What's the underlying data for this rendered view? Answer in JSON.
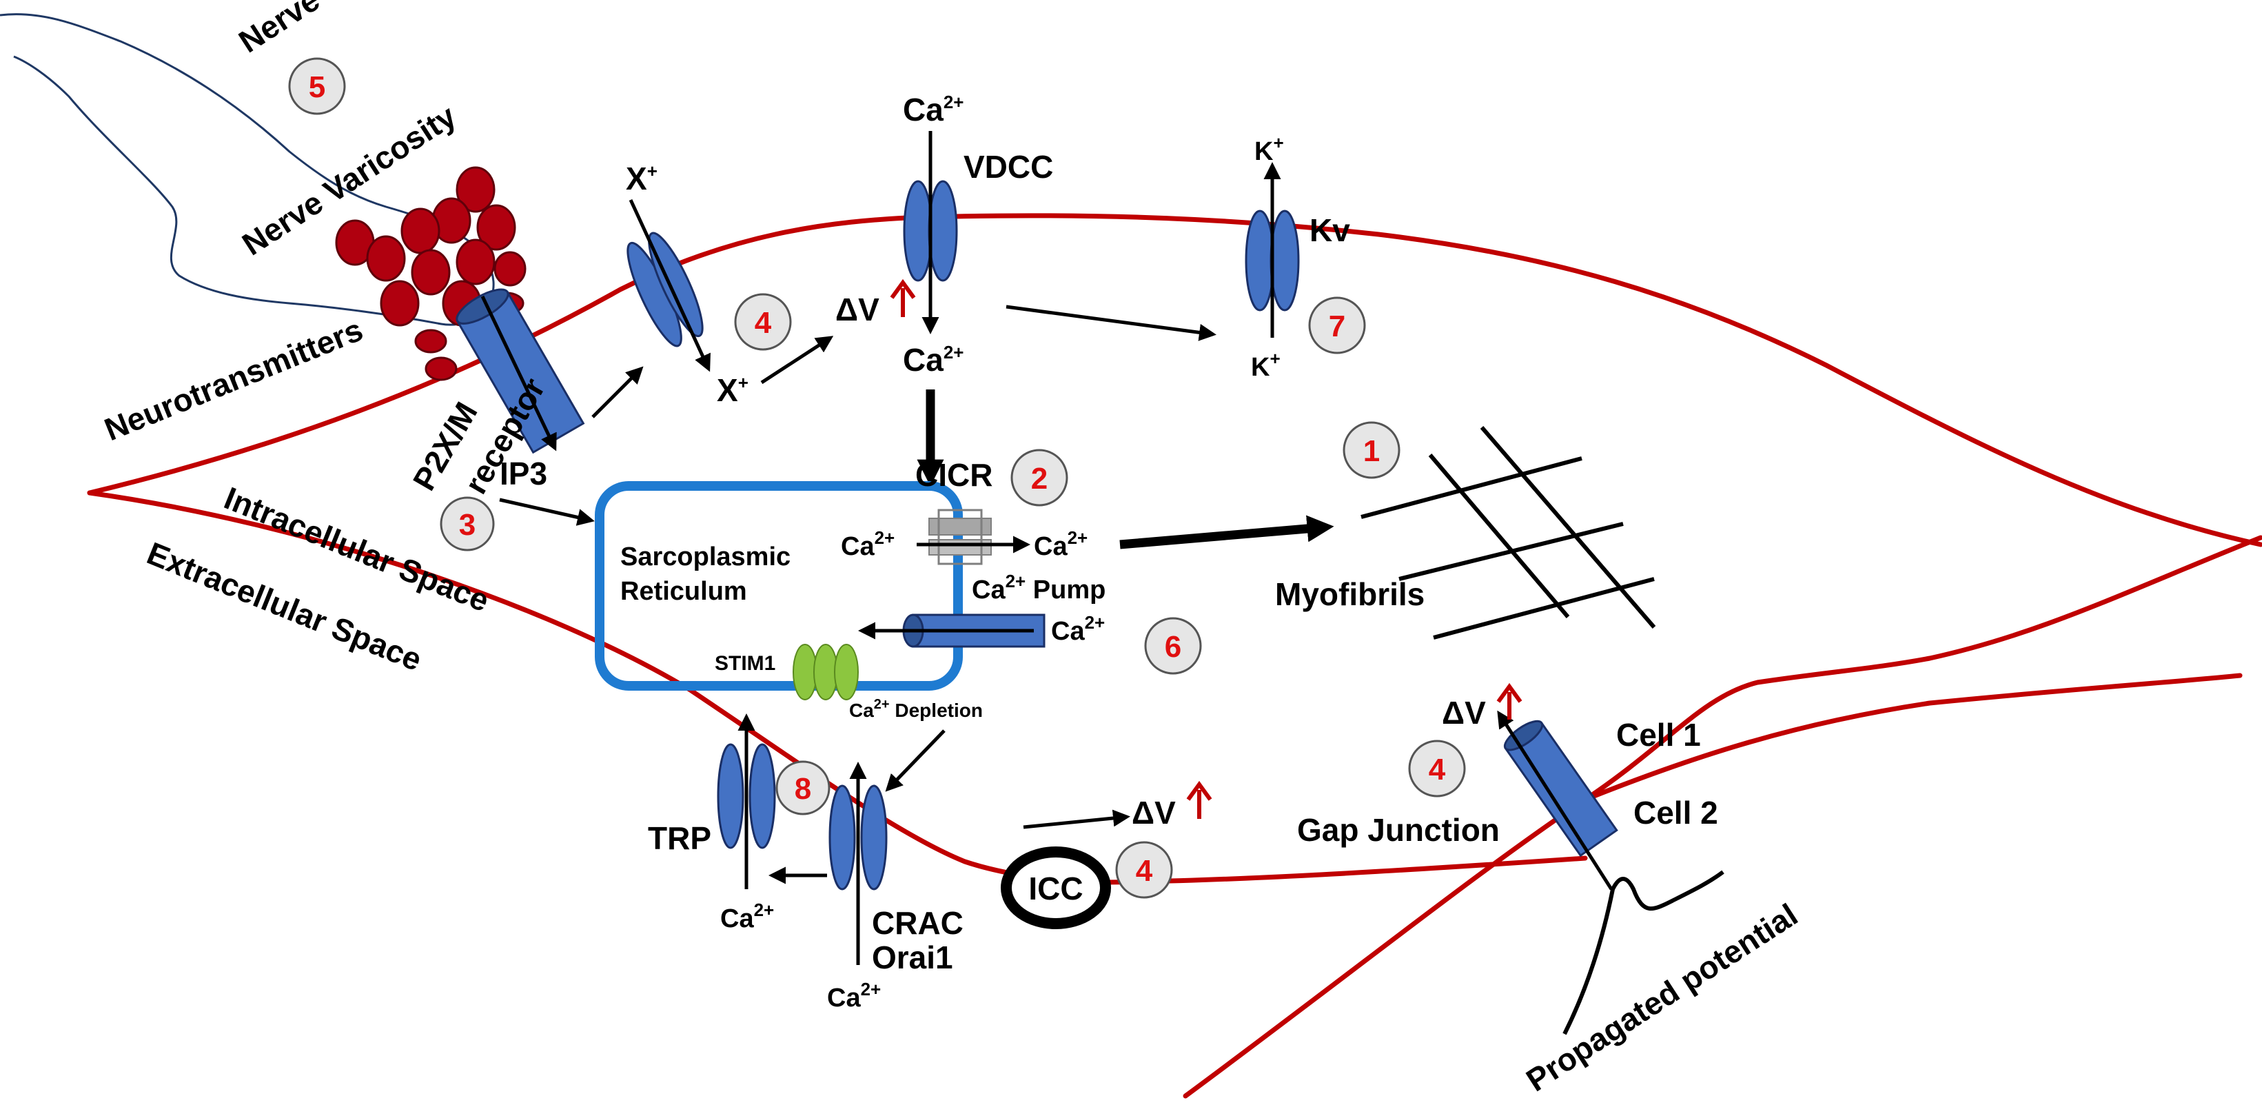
{
  "title": "",
  "labels": {
    "nerve": "Nerve",
    "nerve_varicosity": "Nerve Varicosity",
    "neurotransmitters": "Neurotransmitters",
    "p2x_m_line1": "P2X/M",
    "p2x_m_line2": "receptor",
    "ip3": "IP3",
    "intracellular_space": "Intracellular Space",
    "extracellular_space": "Extracellular Space",
    "x_plus": "X",
    "vdcc": "VDCC",
    "kv": "Kv",
    "k_plus": "K",
    "delta_v": "ΔV",
    "ca": "Ca",
    "ca_sup": "2+",
    "plus_sup": "+",
    "cicr": "CICR",
    "sarcoplasmic": "Sarcoplasmic",
    "reticulum": "Reticulum",
    "ca_pump_suffix": " Pump",
    "stim1": "STIM1",
    "depletion_suffix": " Depletion",
    "myofibrils": "Myofibrils",
    "trp": "TRP",
    "crac": "CRAC",
    "orai1": "Orai1",
    "icc": "ICC",
    "gap_junction": "Gap Junction",
    "cell1": "Cell 1",
    "cell2": "Cell 2",
    "propagated_potential": "Propagated potential"
  },
  "markers": {
    "m1": "1",
    "m2": "2",
    "m3": "3",
    "m4a": "4",
    "m4b": "4",
    "m4c": "4",
    "m5": "5",
    "m6": "6",
    "m7": "7",
    "m8": "8"
  },
  "colors": {
    "membrane": "#c00000",
    "channel": "#4472c4",
    "sr_outline": "#1f7bd1",
    "vesicle": "#b0000f",
    "stim1": "#8cc63f",
    "marker_text": "#e01010",
    "up_arrow": "#c00000"
  }
}
